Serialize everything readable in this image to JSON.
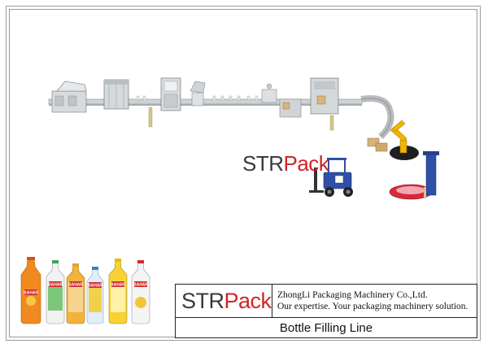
{
  "logo": {
    "prefix": "STR",
    "accent": "Pack",
    "accent_color": "#d2232a"
  },
  "title_block": {
    "company_name": "ZhongLi Packaging Machinery Co.,Ltd.",
    "slogan": "Our expertise. Your packaging machinery solution.",
    "drawing_title": "Bottle Filling Line"
  },
  "products": {
    "brand_label": "BAHAR",
    "bottle_colors": [
      "#f08a1e",
      "#f2f2f2",
      "#f3b23d",
      "#dfeef9",
      "#f7d233",
      "#f4f4f4"
    ]
  },
  "machines": {
    "line_color": "#bfc3c6",
    "robot_color": "#f2b400",
    "forklift_color": "#2f4fa8",
    "wrapper_color": "#d9283a"
  }
}
